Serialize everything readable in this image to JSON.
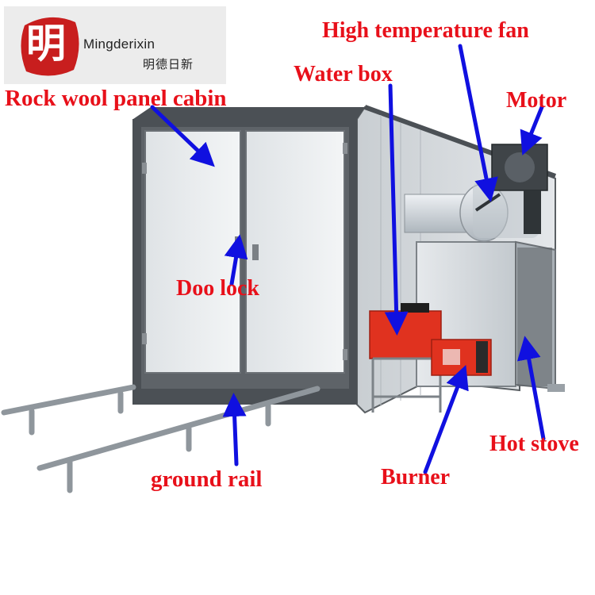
{
  "logo": {
    "seal_char": "明",
    "name": "Mingderixin",
    "chinese_name": "明德日新"
  },
  "labels": {
    "rock_wool_panel_cabin": "Rock wool panel cabin",
    "high_temperature_fan": "High temperature fan",
    "water_box": "Water box",
    "motor": "Motor",
    "door_lock": "Doo lock",
    "hot_stove": "Hot stove",
    "burner": "Burner",
    "ground_rail": "ground rail"
  },
  "colors": {
    "label_text": "#e8101a",
    "arrow": "#1010e0",
    "seal_red": "#c81e1e"
  }
}
